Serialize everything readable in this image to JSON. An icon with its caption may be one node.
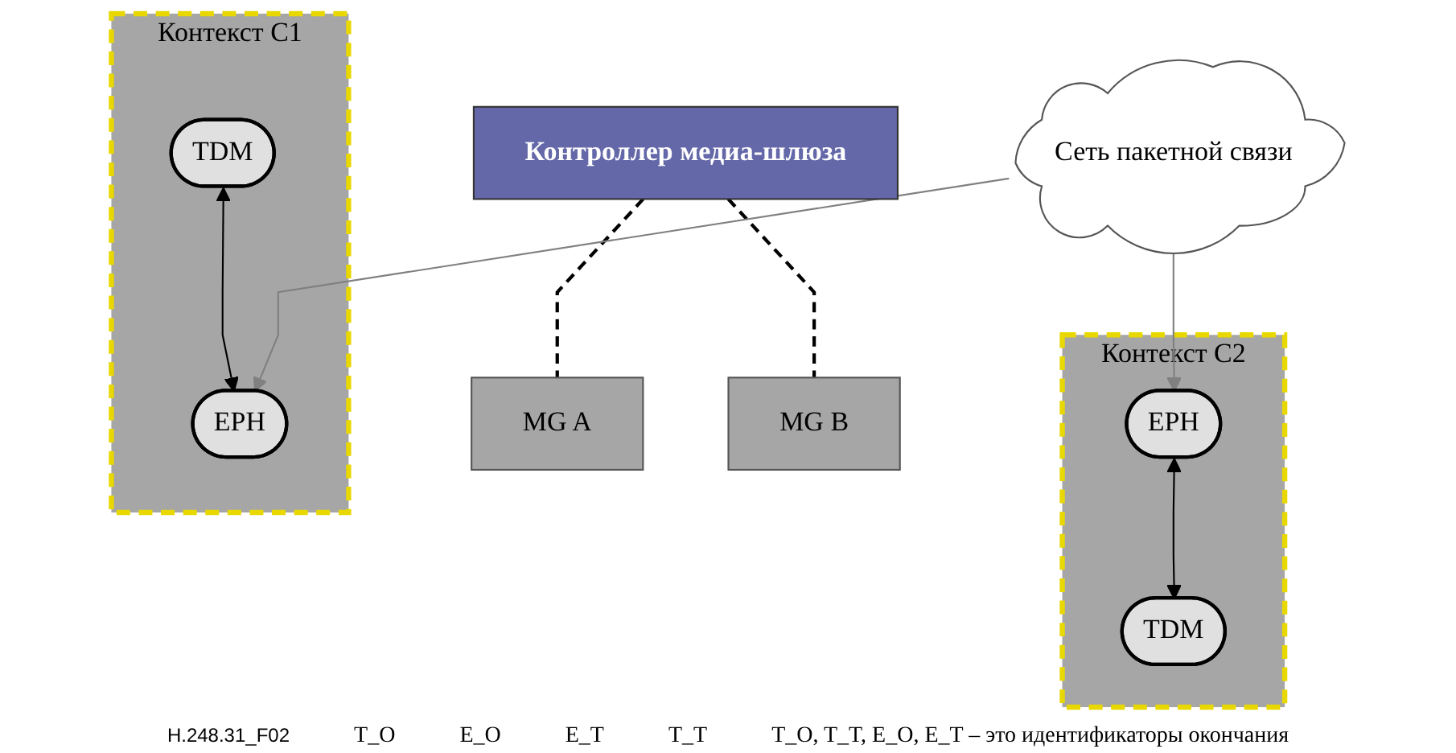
{
  "diagram": {
    "nodes": [
      {
        "text": [
          "Контроллер медиа-шлюза"
        ]
      },
      {
        "text": [
          "MG A"
        ]
      },
      {
        "text": [
          "Контекст C1"
        ]
      },
      {
        "text": [
          "TDM"
        ],
        "in": 2
      },
      {
        "text": [
          "EPH"
        ],
        "in": 2
      },
      {
        "text": [
          "Сеть пакетной связи"
        ]
      },
      {
        "text": [
          "MG B"
        ]
      },
      {
        "text": [
          "Контекст C2"
        ]
      },
      {
        "text": [
          "EPH"
        ],
        "in": 7
      },
      {
        "text": [
          "TDM"
        ],
        "in": 7
      }
    ],
    "edges": [
      {
        "from": 0,
        "to": 1,
        "arrow": "none",
        "style": "dashed"
      },
      {
        "from": 0,
        "to": 6,
        "arrow": "none",
        "style": "dashed"
      },
      {
        "from": 3,
        "to": 4,
        "arrow": "both"
      },
      {
        "from": 5,
        "to": 4,
        "arrow": "to",
        "color": "#808080"
      },
      {
        "from": 5,
        "to": 8,
        "arrow": "to",
        "color": "#808080"
      },
      {
        "from": 8,
        "to": 9,
        "arrow": "both"
      }
    ],
    "labels": [
      "H.248.31_F02",
      "T_O",
      "E_O",
      "E_T",
      "T_T",
      "T_O, T_T, E_O, E_T – это идентификаторы окончания"
    ]
  }
}
